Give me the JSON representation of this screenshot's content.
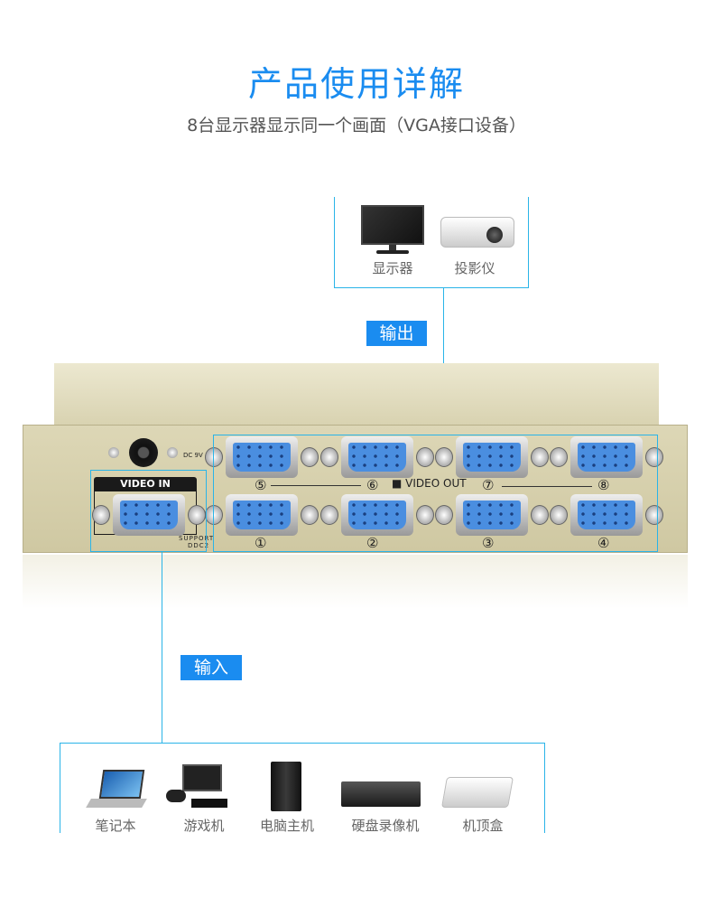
{
  "header": {
    "title": "产品使用详解",
    "subtitle": "8台显示器显示同一个画面（VGA接口设备）"
  },
  "output": {
    "tag": "输出",
    "devices": [
      {
        "label": "显示器",
        "icon": "monitor-icon"
      },
      {
        "label": "投影仪",
        "icon": "projector-icon"
      }
    ]
  },
  "input": {
    "tag": "输入",
    "devices": [
      {
        "label": "笔记本",
        "icon": "laptop-icon"
      },
      {
        "label": "游戏机",
        "icon": "game-console-icon"
      },
      {
        "label": "电脑主机",
        "icon": "pc-tower-icon"
      },
      {
        "label": "硬盘录像机",
        "icon": "dvr-icon"
      },
      {
        "label": "机顶盒",
        "icon": "set-top-box-icon"
      }
    ]
  },
  "splitter": {
    "video_in": "VIDEO IN",
    "video_out": "VIDEO OUT",
    "support": "SUPPORT",
    "ddc": "DDC2",
    "power": "DC 9V",
    "port_numbers": [
      "⑤",
      "⑥",
      "⑦",
      "⑧",
      "①",
      "②",
      "③",
      "④"
    ]
  },
  "colors": {
    "accent": "#1a8cf0",
    "line": "#2ab4e8"
  }
}
